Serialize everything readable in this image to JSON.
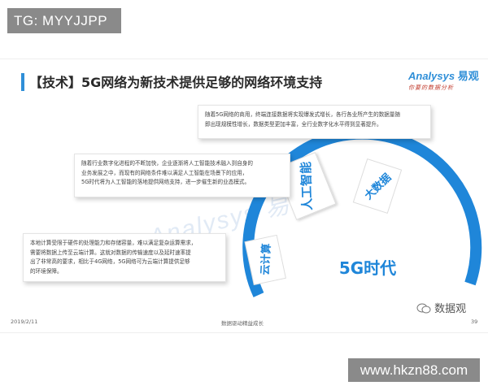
{
  "overlay": {
    "top_tag": "TG: MYYJJPP",
    "bottom_tag": "www.hkzn88.com"
  },
  "slide": {
    "title": "【技术】5G网络为新技术提供足够的网络环境支持",
    "logo_en": "Analysys",
    "logo_cn": "易观",
    "logo_tagline": "你要的数据分析",
    "watermark": "Analysys 易观",
    "cards": [
      {
        "lines": [
          "随着5G网络的商用，终端连接数据将实现爆发式增长，各行各业所产生的数据量随",
          "即出现规模性增长，数据类型更加丰富，全行业数字化水平得到显著提升。"
        ]
      },
      {
        "lines": [
          "随着行业数字化进程的不断加快，企业逐渐将人工智能技术融入到自身的",
          "业务发展之中，而现有的网络条件难以满足人工智能在场景下的应用，",
          "5G时代将为人工智能的落地提供网络支持，进一步催生新的业态模式。"
        ]
      },
      {
        "lines": [
          "本地计算受限于硬件的处理能力和存储容量，难以满足复杂运算需求，",
          "需要将数据上传至云端计算。这就对数据的传输速度以及延时速率提",
          "出了非常高的要求，相比于4G网络，5G网络可为云端计算提供足够",
          "的环境保障。"
        ]
      }
    ],
    "ring_labels": {
      "center": "5G时代",
      "ai": "人工智能",
      "bigdata": "大数据",
      "cloud": "云计算"
    },
    "footer": {
      "date": "2019/2/11",
      "center": "数据驱动精益成长",
      "page": "39"
    },
    "wechat": "数据观",
    "colors": {
      "ring": "#1f86d9",
      "title_bar": "#2f8fd8",
      "logo_accent": "#c0392b"
    }
  }
}
